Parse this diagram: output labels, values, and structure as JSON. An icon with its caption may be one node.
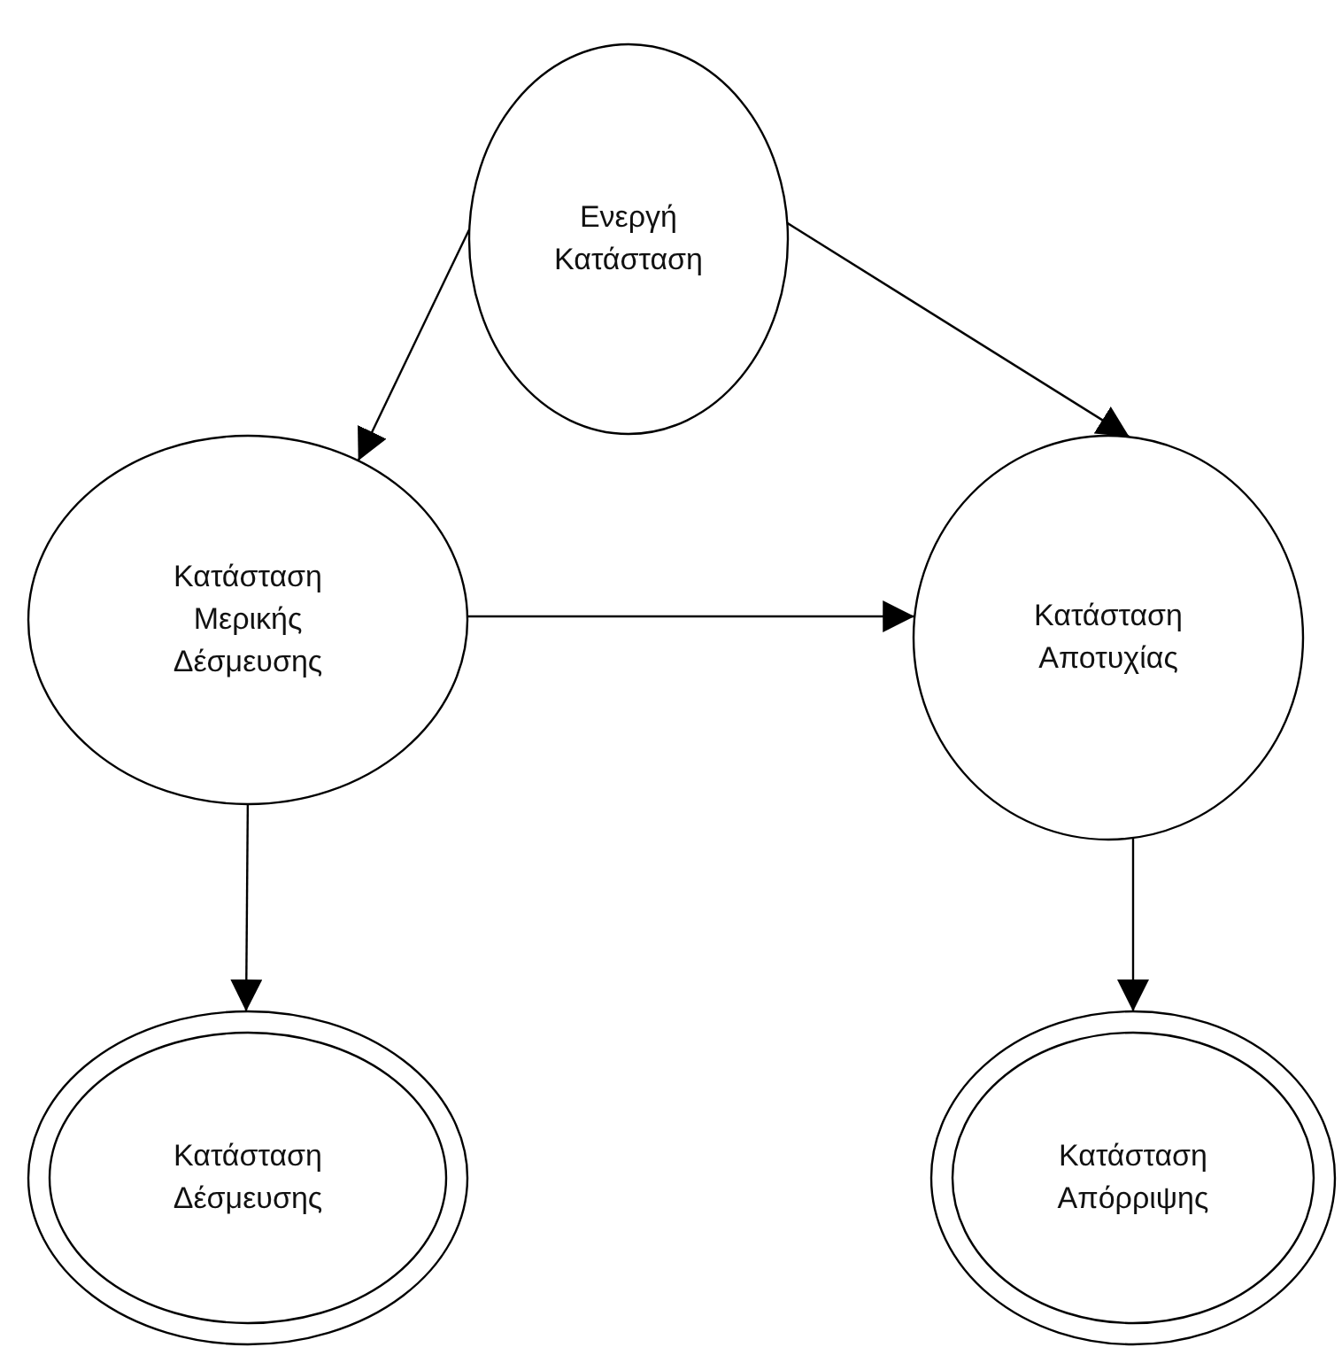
{
  "diagram": {
    "nodes": [
      {
        "text": [
          "Ενεργή Κατάσταση"
        ]
      },
      {
        "text": [
          "Κατάσταση Μερικής Δέσμευσης"
        ]
      },
      {
        "text": [
          "Κατάσταση Αποτυχίας"
        ]
      },
      {
        "text": [
          "Κατάσταση Δέσμευσης"
        ]
      },
      {
        "text": [
          "Κατάσταση Απόρριψης"
        ]
      }
    ],
    "edges": [
      {
        "from": 0,
        "to": 1,
        "arrow": "to"
      },
      {
        "from": 0,
        "to": 2,
        "arrow": "to"
      },
      {
        "from": 1,
        "to": 2,
        "arrow": "to"
      },
      {
        "from": 1,
        "to": 3,
        "arrow": "to"
      },
      {
        "from": 2,
        "to": 4,
        "arrow": "to"
      }
    ]
  }
}
